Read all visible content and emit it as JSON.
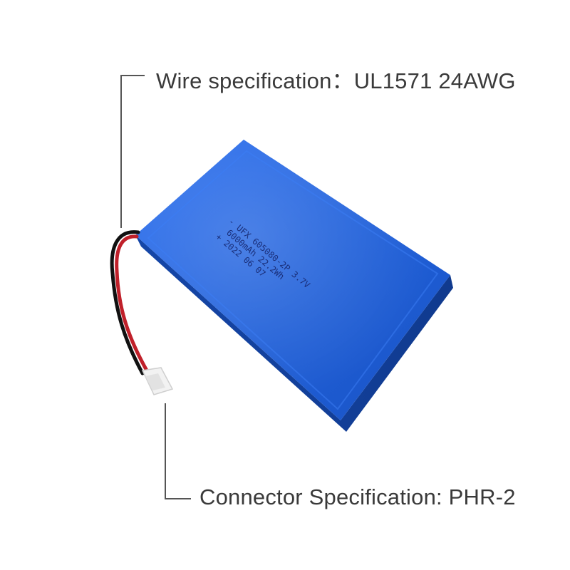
{
  "labels": {
    "wire_spec": "Wire specification：UL1571  24AWG",
    "connector_spec": "Connector Specification: PHR-2"
  },
  "battery": {
    "print_line1": "- UFX 605080-2P 3.7V",
    "print_line2": "6000mAh 22.2Wh",
    "print_line3": "+ 2022 06 07"
  },
  "colors": {
    "battery_blue": "#1f5fd8",
    "leader_line": "#555555",
    "label_text": "#3a3a3a",
    "wire_red": "#c0202a",
    "wire_black": "#111111",
    "connector_white": "#f2f2f2"
  }
}
